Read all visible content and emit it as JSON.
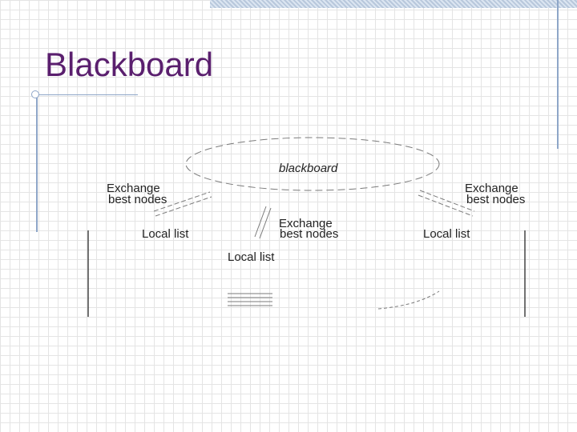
{
  "slide": {
    "title": "Blackboard"
  },
  "diagram": {
    "blackboard": "blackboard",
    "exchange_left": [
      "Exchange",
      "best nodes"
    ],
    "exchange_right": [
      "Exchange",
      "best nodes"
    ],
    "exchange_center": [
      "Exchange",
      "best nodes"
    ],
    "local_list_left": "Local list",
    "local_list_center": "Local list",
    "local_list_right": "Local list"
  }
}
